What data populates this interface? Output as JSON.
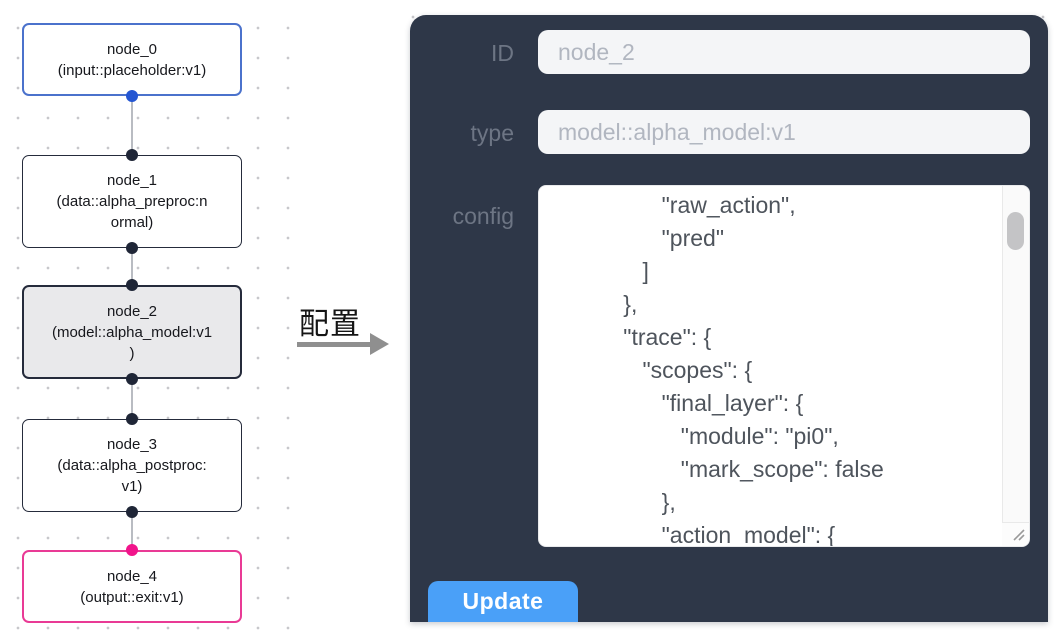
{
  "canvas": {
    "nodes": [
      {
        "id": "node_0",
        "lines": [
          "node_0",
          "(input::placeholder:v1)"
        ],
        "role": "input"
      },
      {
        "id": "node_1",
        "lines": [
          "node_1",
          "(data::alpha_preproc:n",
          "ormal)"
        ],
        "role": "data"
      },
      {
        "id": "node_2",
        "lines": [
          "node_2",
          "(model::alpha_model:v1",
          ")"
        ],
        "role": "model-selected"
      },
      {
        "id": "node_3",
        "lines": [
          "node_3",
          "(data::alpha_postproc:",
          "v1)"
        ],
        "role": "data"
      },
      {
        "id": "node_4",
        "lines": [
          "node_4",
          "(output::exit:v1)"
        ],
        "role": "output"
      }
    ]
  },
  "annotation": {
    "label": "配置"
  },
  "panel": {
    "fields": [
      {
        "label": "ID",
        "value": "node_2"
      },
      {
        "label": "type",
        "value": "model::alpha_model:v1"
      }
    ],
    "config": {
      "label": "config",
      "lines": [
        "                 \"raw_action\",",
        "                 \"pred\"",
        "              ]",
        "           },",
        "           \"trace\": {",
        "              \"scopes\": {",
        "                 \"final_layer\": {",
        "                    \"module\": \"pi0\",",
        "                    \"mark_scope\": false",
        "                 },",
        "                 \"action_model\": {"
      ]
    },
    "update_label": "Update"
  },
  "colors": {
    "panel-bg": "#2e3748",
    "btn-blue": "#4aa0f8",
    "blue-border": "#4b72cc",
    "blue-handle": "#2456d2",
    "pink-border": "#e93a95",
    "pink-handle": "#f1148b",
    "node-border": "#252b3b",
    "node-selected-bg": "#e9e9eb",
    "input-bg": "#f4f5f7",
    "input-text": "#b1b6c0",
    "label-text": "#6d7584",
    "edge-color": "#b9bcc2",
    "dot-color": "#c7c7cb",
    "code-text": "#4e545c"
  }
}
